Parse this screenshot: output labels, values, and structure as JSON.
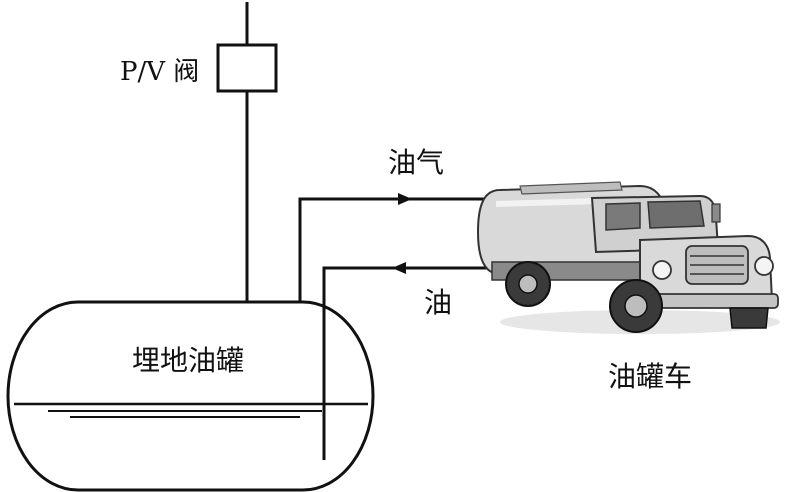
{
  "labels": {
    "pv_valve": "P/V 阀",
    "vapor_line": "油气",
    "oil_line": "油",
    "underground_tank": "埋地油罐",
    "tanker_truck": "油罐车"
  },
  "colors": {
    "stroke": "#111111",
    "truck_body": "#d9d9d9",
    "truck_shadow": "#8a8a8a",
    "background": "#ffffff"
  }
}
